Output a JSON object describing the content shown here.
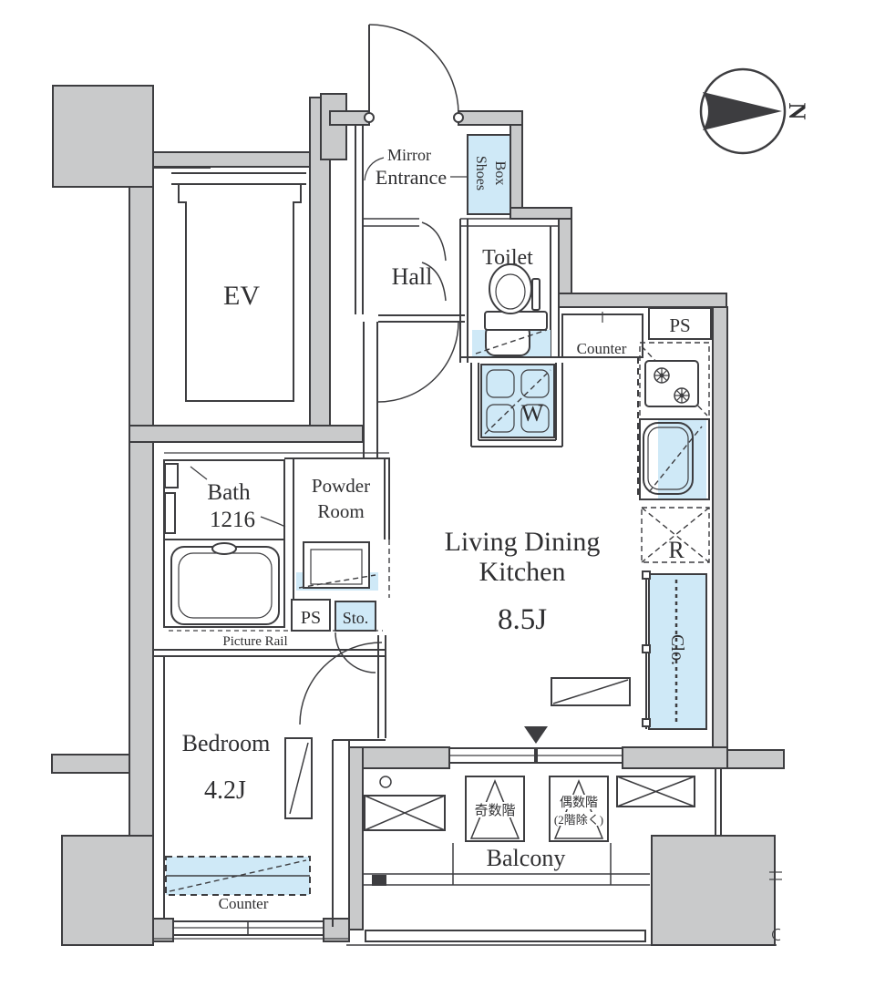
{
  "plan": {
    "compass": {
      "north_label": "N"
    },
    "rooms": {
      "ev": "EV",
      "entrance": "Entrance",
      "mirror": "Mirror",
      "shoes_box": {
        "line1": "Shoes",
        "line2": "Box"
      },
      "hall": "Hall",
      "toilet": "Toilet",
      "bath": {
        "name": "Bath",
        "size": "1216"
      },
      "powder_room": {
        "line1": "Powder",
        "line2": "Room"
      },
      "ldk": {
        "line1": "Living Dining",
        "line2": "Kitchen",
        "size": "8.5J"
      },
      "bedroom": {
        "name": "Bedroom",
        "size": "4.2J"
      },
      "balcony": "Balcony"
    },
    "fixtures": {
      "washer": "W",
      "fridge": "R",
      "closet": "Clo.",
      "storage": "Sto.",
      "pipe_space_upper": "PS",
      "pipe_space_lower": "PS",
      "counter_kitchen": "Counter",
      "counter_bedroom": "Counter",
      "picture_rail": "Picture Rail"
    },
    "balcony_markers": {
      "odd_floors": "奇数階",
      "even_floors_line1": "偶数階",
      "even_floors_line2": "(2階除く)"
    },
    "colors": {
      "wall": "#c9cacb",
      "blue": "#cfe9f7",
      "line": "#3d3d40"
    }
  }
}
